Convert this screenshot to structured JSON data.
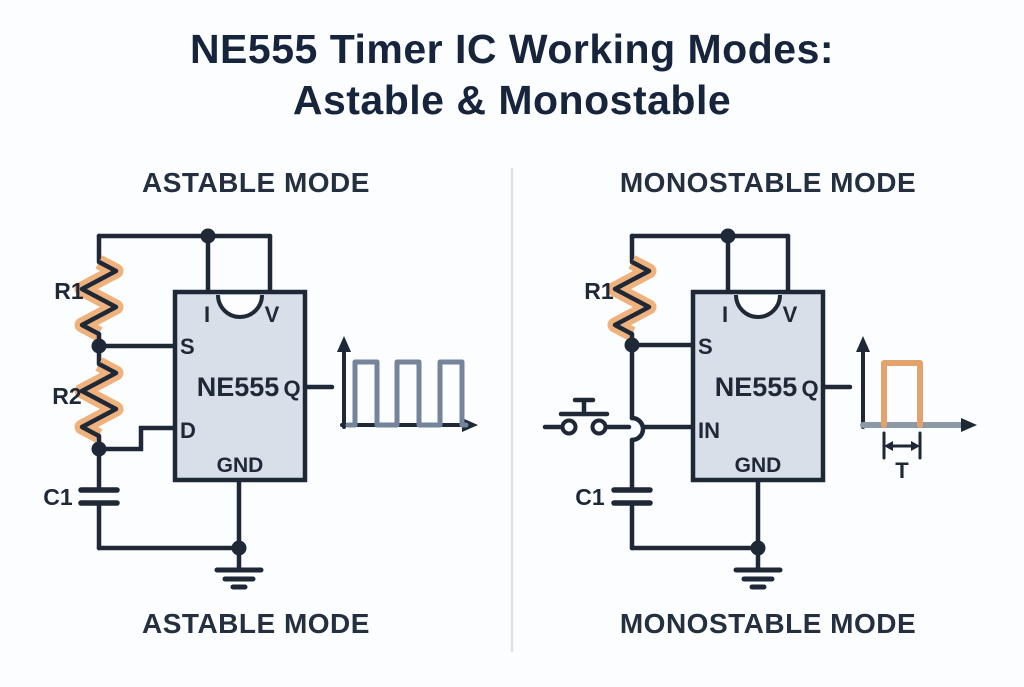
{
  "title": {
    "line1": "NE555 Timer IC Working Modes:",
    "line2": "Astable & Monostable"
  },
  "panels": {
    "astable": {
      "heading": "ASTABLE MODE",
      "footer": "ASTABLE MODE",
      "labels": {
        "r1": "R1",
        "r2": "R2",
        "c1": "C1"
      },
      "ic": {
        "name": "NE555",
        "pin_top_left": "I",
        "pin_top_right": "V",
        "pin_left_upper": "S",
        "pin_left_lower": "D",
        "pin_right": "Q",
        "pin_bottom": "GND"
      },
      "waveform": {
        "kind": "continuous-square-wave",
        "pulse_count": 3
      }
    },
    "monostable": {
      "heading": "MONOSTABLE MODE",
      "footer": "MONOSTABLE MODE",
      "labels": {
        "r1": "R1",
        "c1": "C1"
      },
      "ic": {
        "name": "NE555",
        "pin_top_left": "I",
        "pin_top_right": "V",
        "pin_left_upper": "S",
        "pin_left_lower": "IN",
        "pin_right": "Q",
        "pin_bottom": "GND"
      },
      "waveform": {
        "kind": "single-pulse",
        "pulse_count": 1,
        "pulse_width_label": "T"
      }
    }
  },
  "colors": {
    "background": "#fcfdfe",
    "ink_navy": "#1e2836",
    "title_navy": "#16243c",
    "ic_fill": "#d9dfe9",
    "resistor_orange": "#efb27d",
    "wave_slate": "#74849a",
    "pulse_orange": "#e1a26b",
    "baseline_gray": "#8d99a6",
    "divider_gray": "#dfe3e7"
  }
}
